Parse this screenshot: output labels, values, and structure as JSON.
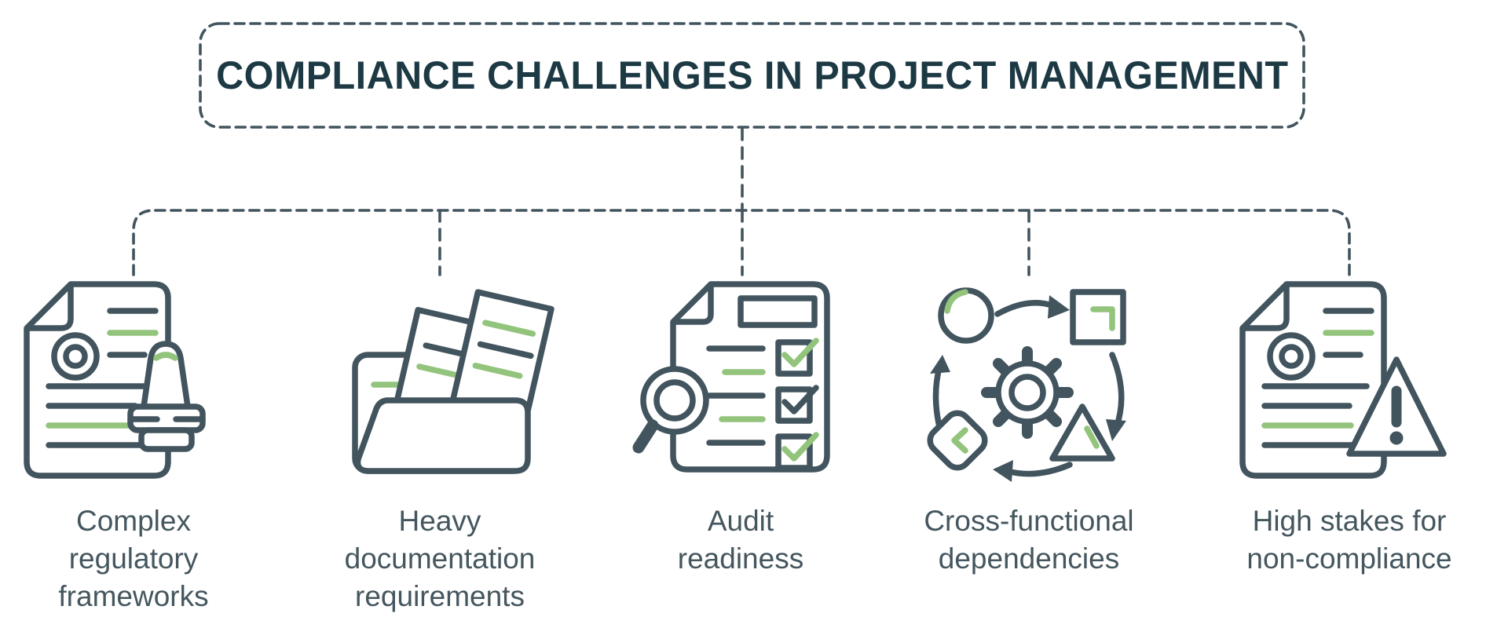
{
  "title": "COMPLIANCE CHALLENGES IN PROJECT MANAGEMENT",
  "colors": {
    "ink": "#42545E",
    "green": "#92C47C",
    "title": "#1C3944",
    "label": "#44565E"
  },
  "items": [
    {
      "id": "complex-regulatory-frameworks",
      "label": "Complex\nregulatory\nframeworks",
      "icon": "document-stamp-icon"
    },
    {
      "id": "heavy-documentation-requirements",
      "label": "Heavy\ndocumentation\nrequirements",
      "icon": "folder-documents-icon"
    },
    {
      "id": "audit-readiness",
      "label": "Audit\nreadiness",
      "icon": "checklist-magnifier-icon"
    },
    {
      "id": "cross-functional-dependencies",
      "label": "Cross-functional\ndependencies",
      "icon": "gear-cycle-icon"
    },
    {
      "id": "high-stakes-non-compliance",
      "label": "High stakes for\nnon-compliance",
      "icon": "document-warning-icon"
    }
  ]
}
